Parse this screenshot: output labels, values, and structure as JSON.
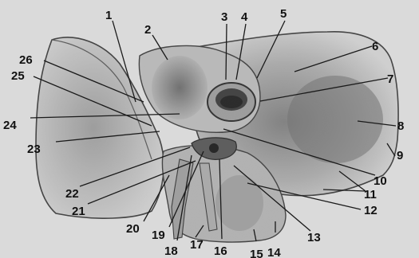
{
  "figure": {
    "labels": [
      "1",
      "2",
      "3",
      "4",
      "5",
      "6",
      "7",
      "8",
      "9",
      "10",
      "11",
      "12",
      "13",
      "14",
      "15",
      "16",
      "17",
      "18",
      "19",
      "20",
      "21",
      "22",
      "23",
      "24",
      "25",
      "26"
    ]
  }
}
